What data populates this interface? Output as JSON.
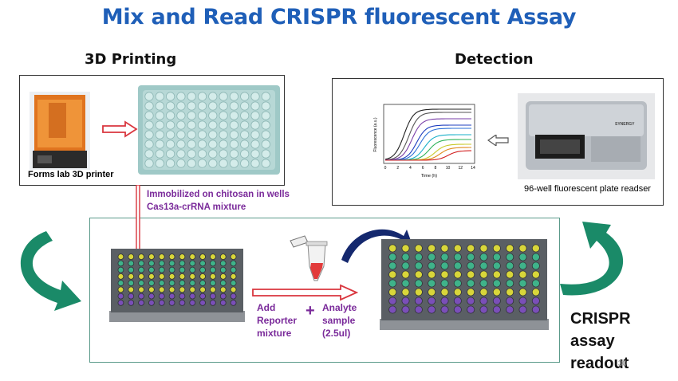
{
  "title": "Mix and Read CRISPR fluorescent Assay",
  "sections": {
    "left": "3D Printing",
    "right": "Detection"
  },
  "printing": {
    "caption": "Forms lab 3D printer"
  },
  "immobilized": {
    "line1": "Immobilized on chitosan in wells",
    "line2": "Cas13a-crRNA mixture"
  },
  "detection": {
    "caption": "96-well fluorescent plate readser",
    "reader_brand": "SYNERGY"
  },
  "chart": {
    "ylabel": "Fluorescence (a.u.)",
    "xlabel": "Time (h)",
    "xticks": [
      "0",
      "2",
      "4",
      "6",
      "8",
      "10",
      "12",
      "14"
    ]
  },
  "mix": {
    "reporter": [
      "Add",
      "Reporter",
      "mixture"
    ],
    "plus": "+",
    "analyte": [
      "Analyte",
      "sample",
      "(2.5ul)"
    ]
  },
  "readout": {
    "line1": "CRISPR assay",
    "line2": "readout"
  },
  "page_number": "30",
  "colors": {
    "title": "#1f5fb8",
    "purple_text": "#7a2a9a",
    "arrow_red": "#d9363e",
    "cycle_arrow": "#1a8a68",
    "curved_arrow": "#14286e",
    "well_yellow": "#d8d63a",
    "well_green": "#3fb38a",
    "well_purple": "#7a4fb8"
  }
}
